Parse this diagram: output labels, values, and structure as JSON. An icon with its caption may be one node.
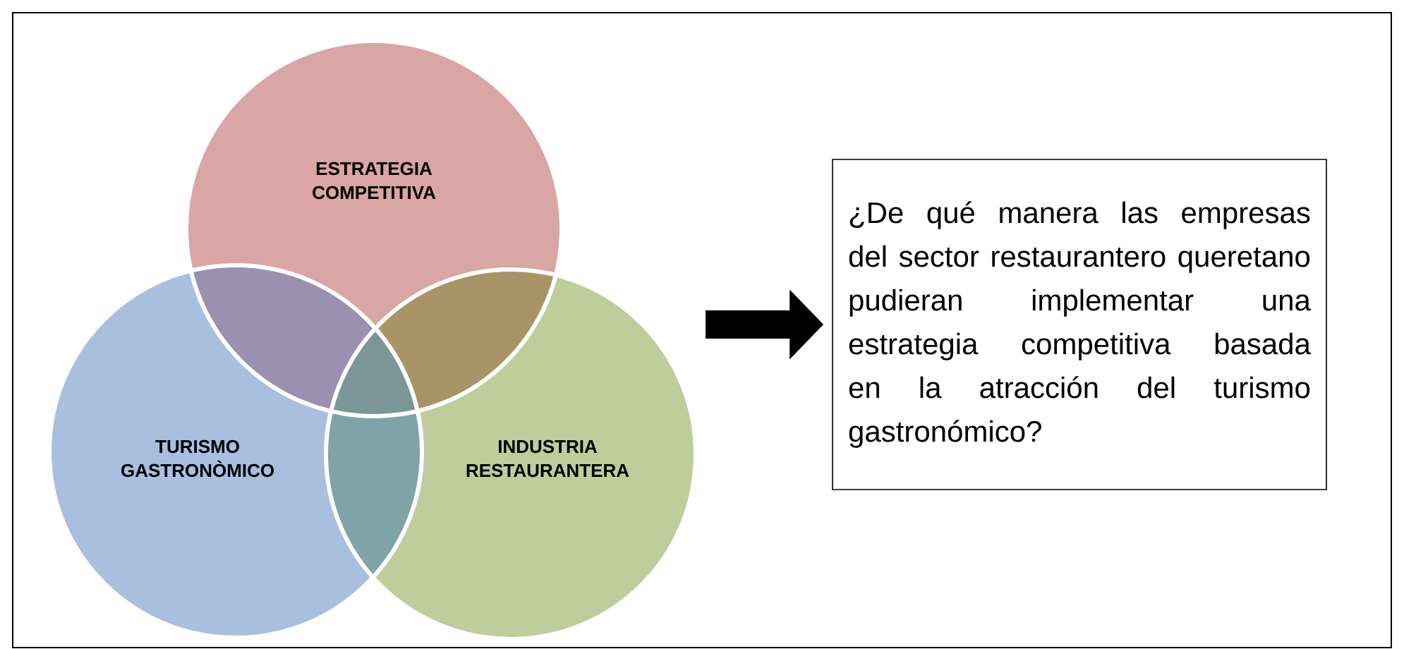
{
  "diagram": {
    "nodes": [
      {
        "text": [
          "ESTRATEGIA COMPETITIVA"
        ]
      },
      {
        "text": [
          "TURISMO GASTRONÒMICO"
        ]
      },
      {
        "text": [
          "INDUSTRIA RESTAURANTERA"
        ]
      },
      {
        "text": [
          "¿De qué manera las empresas del sector restaurantero queretano pudieran implementar una estrategia competitiva basada en la atracción del turismo gastronómico?"
        ]
      }
    ],
    "edges": [
      {
        "from": null,
        "to": 3,
        "arrow": "to"
      }
    ]
  }
}
